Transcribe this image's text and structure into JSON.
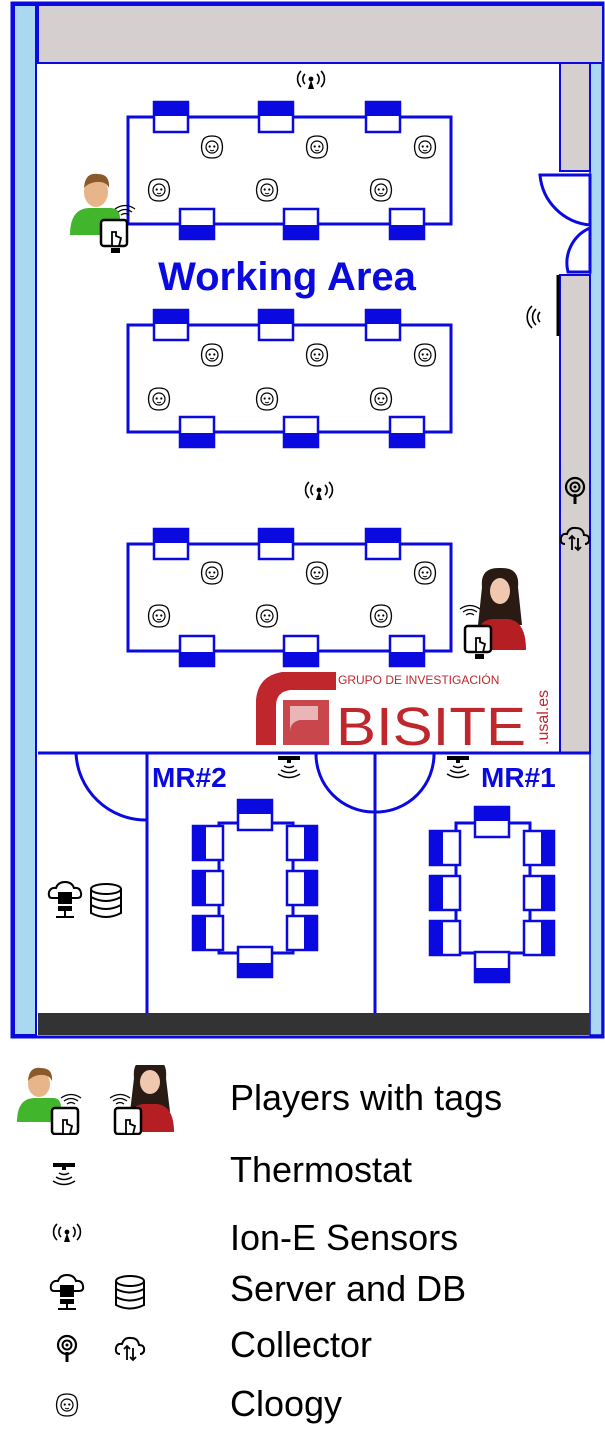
{
  "floorplan": {
    "area_title": "Working Area",
    "meeting_room_2": "MR#2",
    "meeting_room_1": "MR#1",
    "logo": {
      "top_text": "GRUPO DE INVESTIGACIÓN",
      "name": "BISITE",
      "domain": ".usal.es"
    }
  },
  "colors": {
    "wall_blue": "#0a0ae0",
    "wall_fill": "#ffffff",
    "window_light_blue": "#a9d8f0",
    "corridor_gray": "#d6cfcf",
    "logo_red": "#c0272d",
    "bottom_strip": "#333333"
  },
  "legend": [
    {
      "icons": [
        "player-male-with-tablet-icon",
        "player-female-with-tablet-icon"
      ],
      "label": "Players with tags"
    },
    {
      "icons": [
        "thermostat-icon"
      ],
      "label": "Thermostat"
    },
    {
      "icons": [
        "ion-e-sensor-icon"
      ],
      "label": "Ion-E Sensors"
    },
    {
      "icons": [
        "server-icon",
        "database-icon"
      ],
      "label": "Server and DB"
    },
    {
      "icons": [
        "collector-antenna-icon",
        "cloud-upload-icon"
      ],
      "label": "Collector"
    },
    {
      "icons": [
        "cloogy-plug-icon"
      ],
      "label": "Cloogy"
    }
  ]
}
